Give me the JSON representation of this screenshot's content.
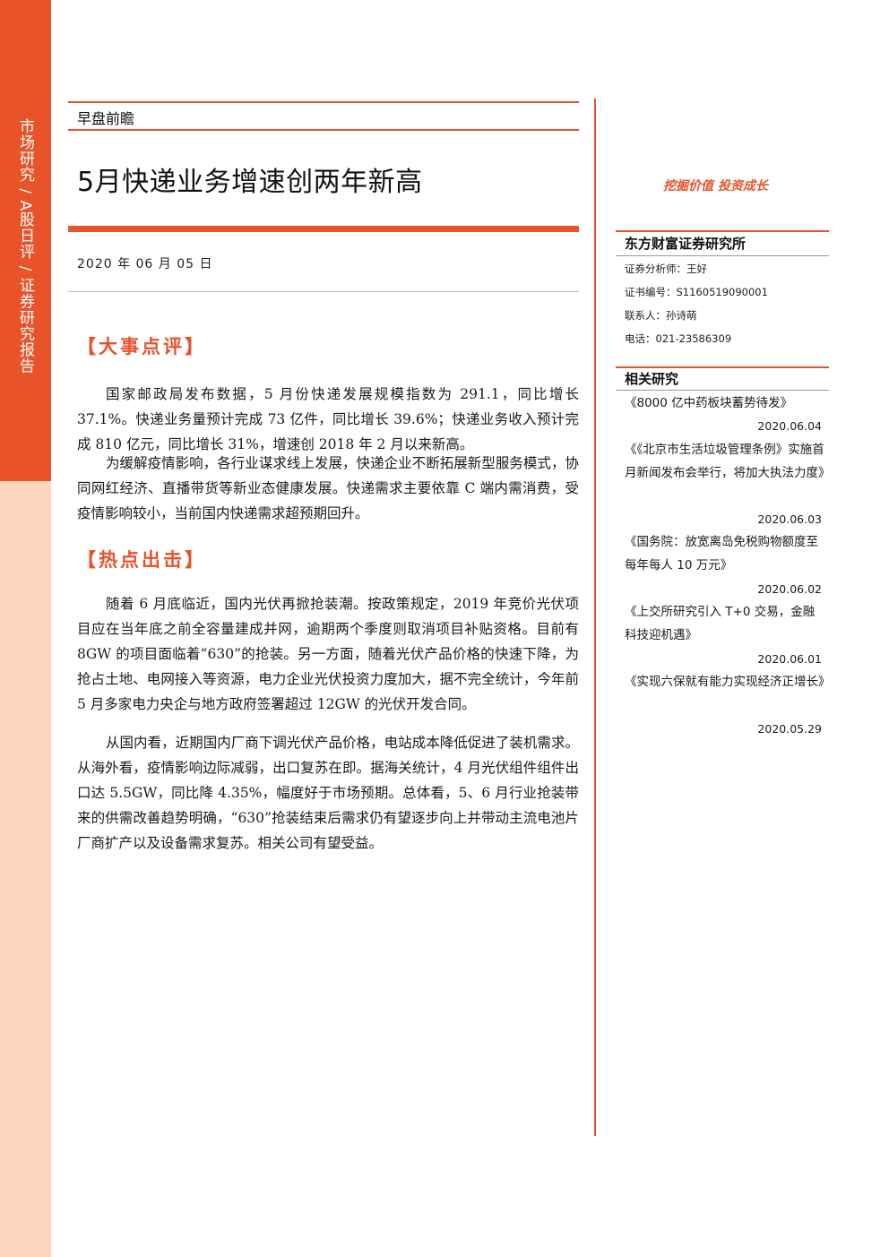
{
  "sidebar": {
    "label": "市场研究 / A股日评 / 证券研究报告"
  },
  "header": {
    "section_tag": "早盘前瞻",
    "title": "5月快递业务增速创两年新高",
    "date": "2020 年 06 月 05 日"
  },
  "right": {
    "slogan": "挖掘价值 投资成长",
    "org": "东方财富证券研究所",
    "analyst": "证券分析师：王好",
    "cert": "证书编号：S1160519090001",
    "contact": "联系人：孙诗萌",
    "phone": "电话：021-23586309",
    "related_title": "相关研究",
    "related": [
      {
        "title": "《8000 亿中药板块蓄势待发》",
        "date": "2020.06.04"
      },
      {
        "title": "《《北京市生活垃圾管理条例》实施首月新闻发布会举行，将加大执法力度》",
        "date": "2020.06.03"
      },
      {
        "title": "《国务院：放宽离岛免税购物额度至每年每人 10 万元》",
        "date": "2020.06.02"
      },
      {
        "title": "《上交所研究引入 T+0 交易，金融科技迎机遇》",
        "date": "2020.06.01"
      },
      {
        "title": "《实现六保就有能力实现经济正增长》",
        "date": "2020.05.29"
      }
    ]
  },
  "sections": [
    {
      "heading": "【大事点评】",
      "paragraphs": [
        "国家邮政局发布数据，5 月份快递发展规模指数为 291.1，同比增长 37.1%。快递业务量预计完成 73 亿件，同比增长 39.6%；快递业务收入预计完成 810 亿元，同比增长 31%，增速创 2018 年 2 月以来新高。",
        "为缓解疫情影响，各行业谋求线上发展，快递企业不断拓展新型服务模式，协同网红经济、直播带货等新业态健康发展。快递需求主要依靠 C 端内需消费，受疫情影响较小，当前国内快递需求超预期回升。"
      ]
    },
    {
      "heading": "【热点出击】",
      "paragraphs": [
        "随着 6 月底临近，国内光伏再掀抢装潮。按政策规定，2019 年竞价光伏项目应在当年底之前全容量建成并网，逾期两个季度则取消项目补贴资格。目前有 8GW 的项目面临着“630”的抢装。另一方面，随着光伏产品价格的快速下降，为抢占土地、电网接入等资源，电力企业光伏投资力度加大，据不完全统计，今年前 5 月多家电力央企与地方政府签署超过 12GW 的光伏开发合同。",
        "从国内看，近期国内厂商下调光伏产品价格，电站成本降低促进了装机需求。从海外看，疫情影响边际减弱，出口复苏在即。据海关统计，4 月光伏组件组件出口达 5.5GW，同比降 4.35%，幅度好于市场预期。总体看，5、6 月行业抢装带来的供需改善趋势明确，“630”抢装结束后需求仍有望逐步向上并带动主流电池片厂商扩产以及设备需求复苏。相关公司有望受益。"
      ]
    }
  ]
}
